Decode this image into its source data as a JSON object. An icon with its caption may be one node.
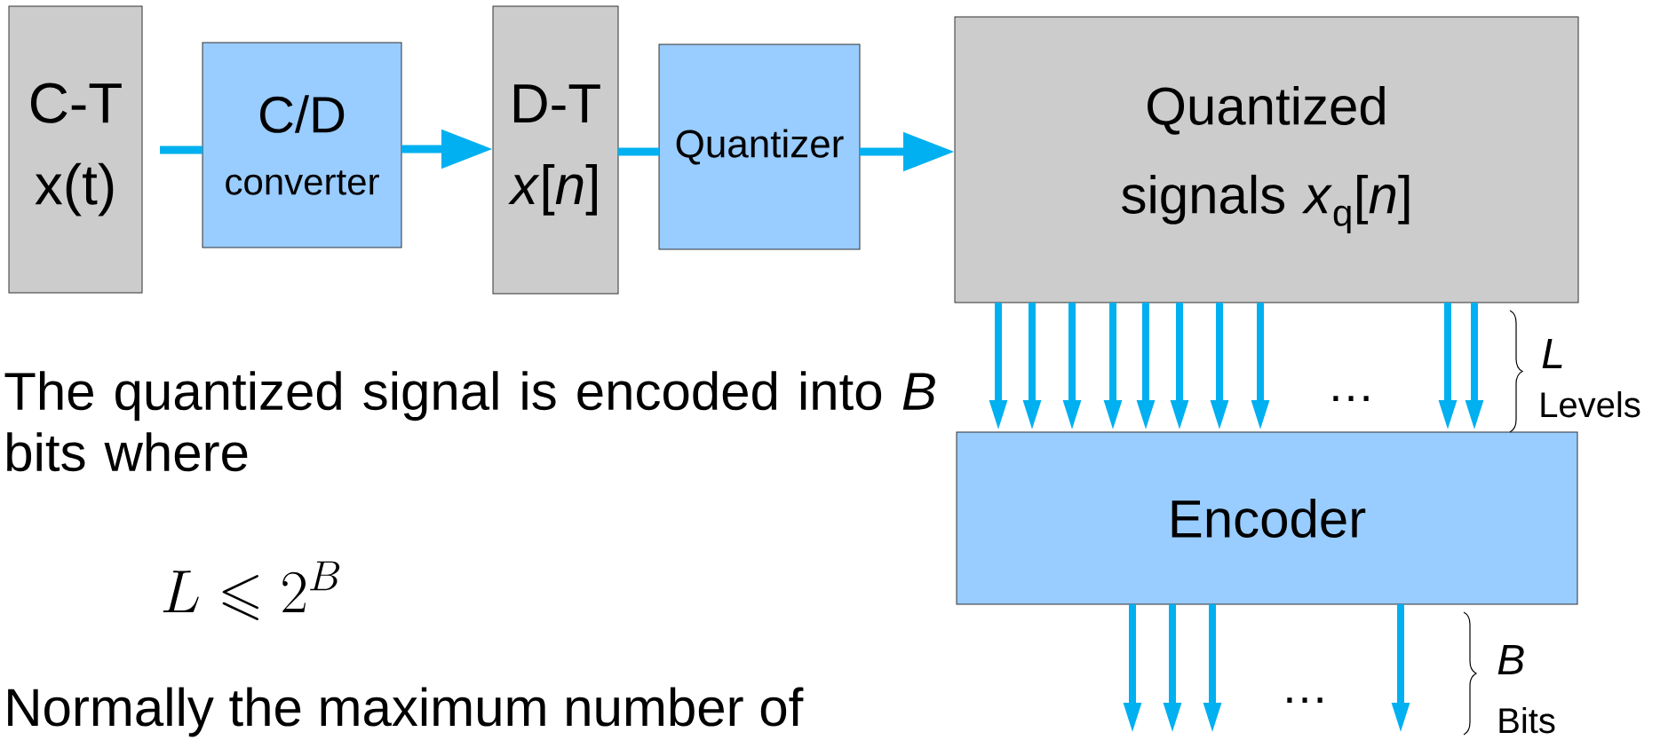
{
  "diagram": {
    "nodes": [
      {
        "text": [
          "C-T",
          "x(t)"
        ]
      },
      {
        "text": [
          "C/D",
          "converter"
        ]
      },
      {
        "text": [
          "D-T",
          "*x*[*n*]"
        ]
      },
      {
        "text": [
          "Quantizer"
        ]
      },
      {
        "text": [
          "Quantized signals *x*$_{q}$[*n*]"
        ]
      },
      {
        "text": [
          "Encoder"
        ]
      }
    ],
    "edges": [
      {
        "from": 0,
        "to": 1,
        "arrow": "none"
      },
      {
        "from": 1,
        "to": 2,
        "arrow": "to"
      },
      {
        "from": 2,
        "to": 3,
        "arrow": "none"
      },
      {
        "from": 3,
        "to": 4,
        "arrow": "to"
      },
      {
        "from": 4,
        "to": 5,
        "arrow": "to"
      },
      {
        "from": 4,
        "to": 5,
        "arrow": "to"
      },
      {
        "from": 4,
        "to": 5,
        "arrow": "to"
      },
      {
        "from": 4,
        "to": 5,
        "arrow": "to"
      },
      {
        "from": 4,
        "to": 5,
        "arrow": "to"
      },
      {
        "from": 4,
        "to": 5,
        "arrow": "to"
      },
      {
        "from": 4,
        "to": 5,
        "arrow": "to"
      },
      {
        "from": 4,
        "to": 5,
        "arrow": "to"
      },
      {
        "from": 4,
        "to": 5,
        "arrow": "to"
      },
      {
        "from": 4,
        "to": 5,
        "arrow": "to"
      },
      {
        "from": 5,
        "to": null,
        "arrow": "to"
      },
      {
        "from": 5,
        "to": null,
        "arrow": "to"
      },
      {
        "from": 5,
        "to": null,
        "arrow": "to"
      },
      {
        "from": 5,
        "to": null,
        "arrow": "to"
      }
    ],
    "labels": [
      "The quantized signal is encoded into *B* bits where",
      "…",
      "*L*",
      "Levels",
      "L \\leqslant 2^{B}",
      "*B*",
      "…",
      "Bits",
      "Normally the maximum number of"
    ]
  }
}
